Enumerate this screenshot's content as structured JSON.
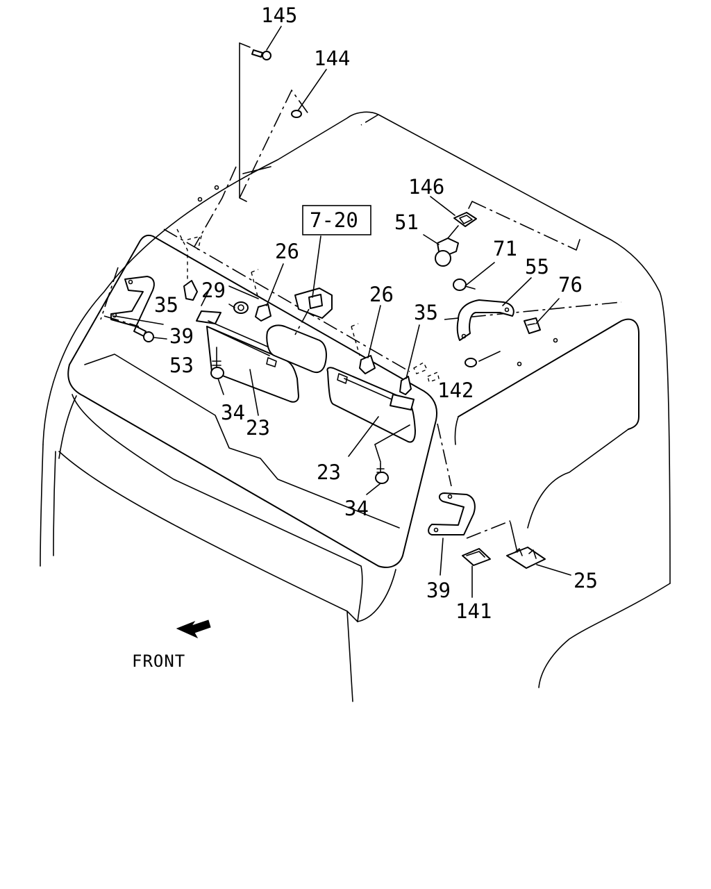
{
  "diagram": {
    "direction_label": "FRONT",
    "reference_box": "7-20",
    "callouts": {
      "p145": "145",
      "p144": "144",
      "p146": "146",
      "p51": "51",
      "p71": "71",
      "p55": "55",
      "p76": "76",
      "p26a": "26",
      "p26b": "26",
      "p29": "29",
      "p35a": "35",
      "p35b": "35",
      "p39a": "39",
      "p39b": "39",
      "p53": "53",
      "p34a": "34",
      "p34b": "34",
      "p23a": "23",
      "p23b": "23",
      "p142": "142",
      "p141": "141",
      "p25": "25"
    }
  }
}
